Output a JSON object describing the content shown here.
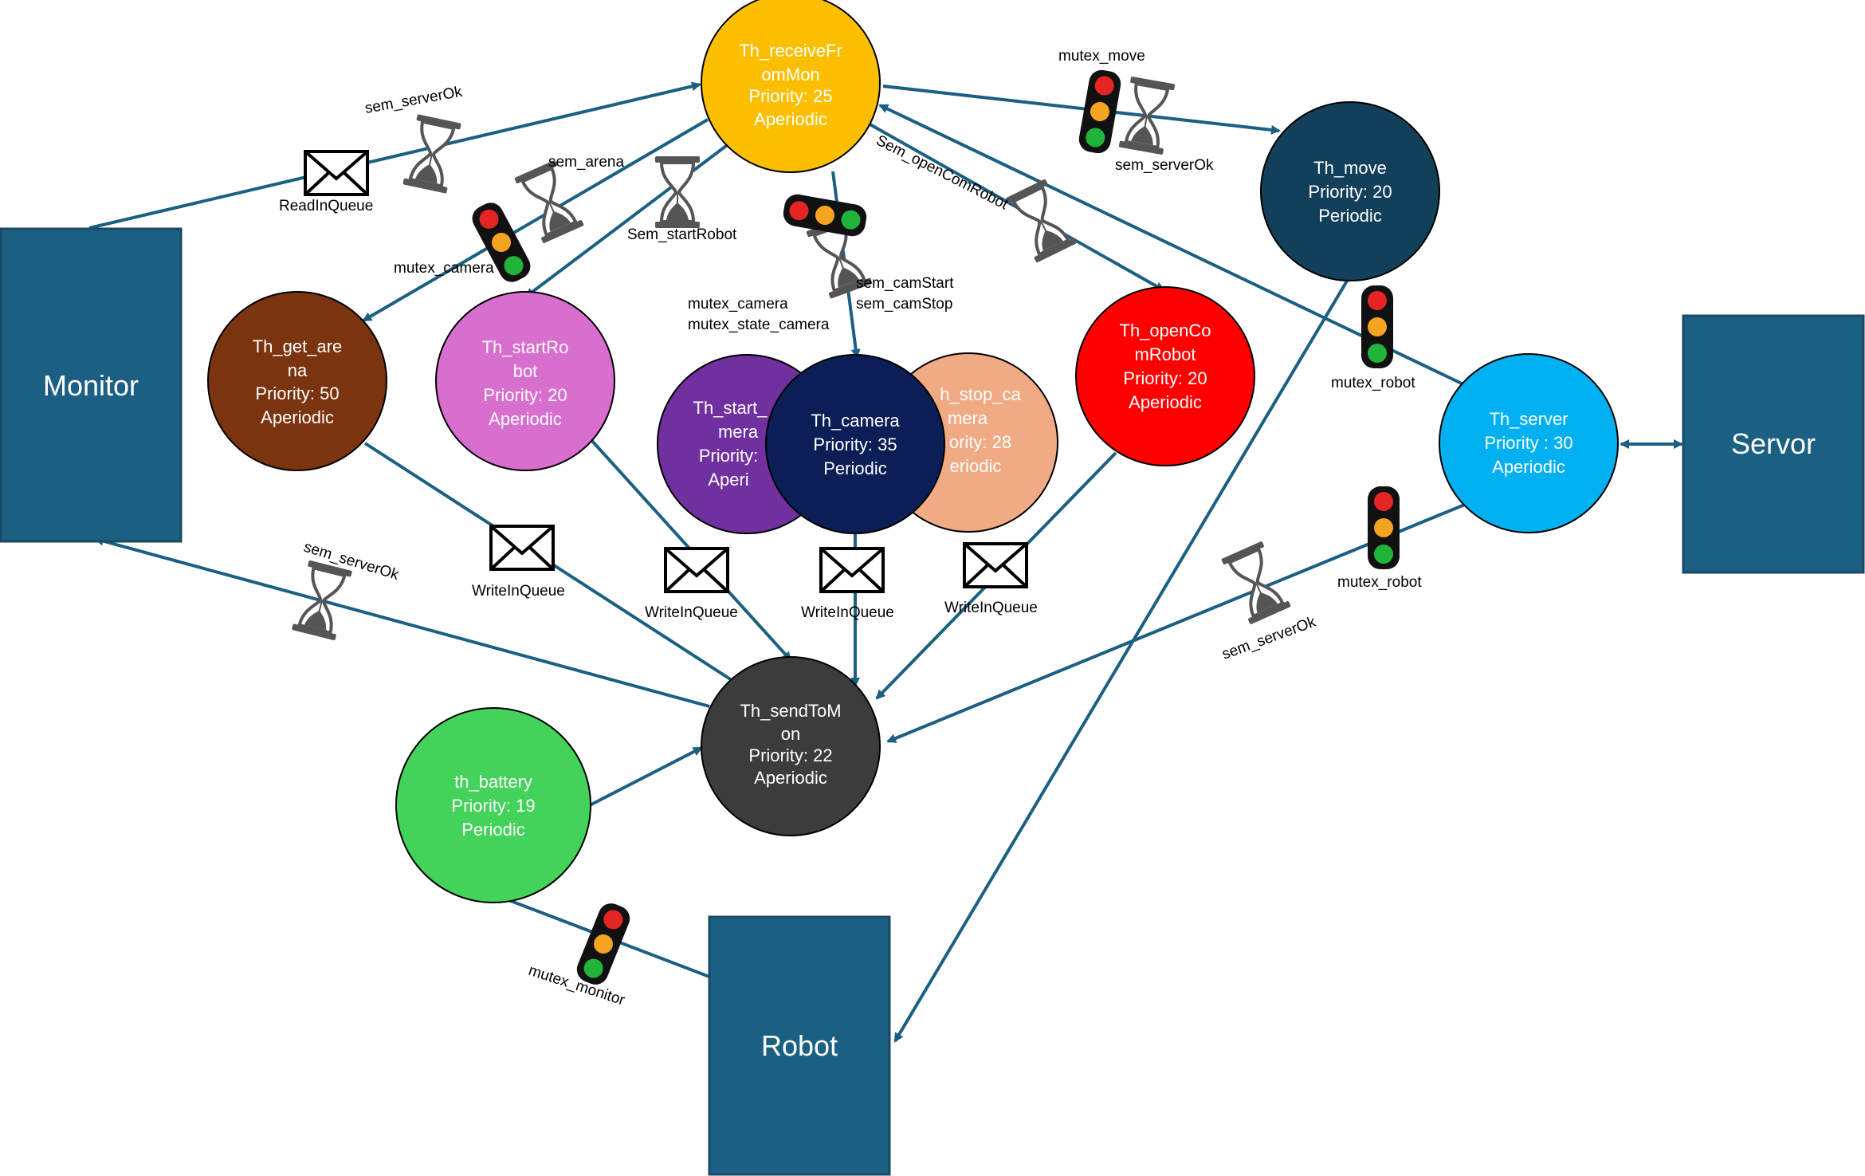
{
  "boxes": {
    "monitor": "Monitor",
    "servor": "Servor",
    "robot": "Robot"
  },
  "threads": {
    "receive": {
      "l1": "Th_receiveFr",
      "l2": "omMon",
      "l3": "Priority: 25",
      "l4": "Aperiodic",
      "color": "#fbbf00"
    },
    "move": {
      "l1": "Th_move",
      "l2": "Priority: 20",
      "l3": "Periodic",
      "color": "#123f5a"
    },
    "get_arena": {
      "l1": "Th_get_are",
      "l2": "na",
      "l3": "Priority: 50",
      "l4": "Aperiodic",
      "color": "#7b3410"
    },
    "start_robot": {
      "l1": "Th_startRo",
      "l2": "bot",
      "l3": "Priority: 20",
      "l4": "Aperiodic",
      "color": "#d86fcf"
    },
    "start_camera": {
      "l1": "Th_start_",
      "l2": "mera",
      "l3": "Priority:",
      "l4": "Aperi",
      "color": "#7030a0"
    },
    "stop_camera": {
      "l1": "h_stop_ca",
      "l2": "mera",
      "l3": "ority: 28",
      "l4": "eriodic",
      "color": "#f0ab84"
    },
    "camera": {
      "l1": "Th_camera",
      "l2": "Priority: 35",
      "l3": "Periodic",
      "color": "#0b1f56"
    },
    "open_com": {
      "l1": "Th_openCo",
      "l2": "mRobot",
      "l3": "Priority: 20",
      "l4": "Aperiodic",
      "color": "#ff0000"
    },
    "server": {
      "l1": "Th_server",
      "l2": "Priority : 30",
      "l3": "Aperiodic",
      "color": "#00b0f0"
    },
    "send": {
      "l1": "Th_sendToM",
      "l2": "on",
      "l3": "Priority: 22",
      "l4": "Aperiodic",
      "color": "#3c3c3c"
    },
    "battery": {
      "l1": "th_battery",
      "l2": "Priority: 19",
      "l3": "Periodic",
      "color": "#43d35a"
    }
  },
  "labels": {
    "sem_serverok_top": "sem_serverOk",
    "readinqueue": "ReadInQueue",
    "sem_arena": "sem_arena",
    "sem_startrobot": "Sem_startRobot",
    "mutex_camera_left": "mutex_camera",
    "mutex_camera_mid": "mutex_camera",
    "mutex_state_camera": "mutex_state_camera",
    "sem_camstart": "sem_camStart",
    "sem_camstop": "sem_camStop",
    "sem_opencomrobot": "Sem_openComRobot",
    "mutex_move": "mutex_move",
    "sem_serverok_move": "sem_serverOk",
    "mutex_robot_top": "mutex_robot",
    "mutex_robot_bottom": "mutex_robot",
    "sem_serverok_right": "sem_serverOk",
    "sem_serverok_left": "sem_serverOk",
    "writeinqueue_1": "WriteInQueue",
    "writeinqueue_2": "WriteInQueue",
    "writeinqueue_3": "WriteInQueue",
    "writeinqueue_4": "WriteInQueue",
    "mutex_monitor": "mutex_monitor"
  },
  "colors": {
    "edge": "#1b5f82",
    "box": "#1b5f82",
    "box_border": "#1a4a66"
  },
  "icons": [
    "envelope-icon",
    "hourglass-icon",
    "traffic-light-icon"
  ]
}
